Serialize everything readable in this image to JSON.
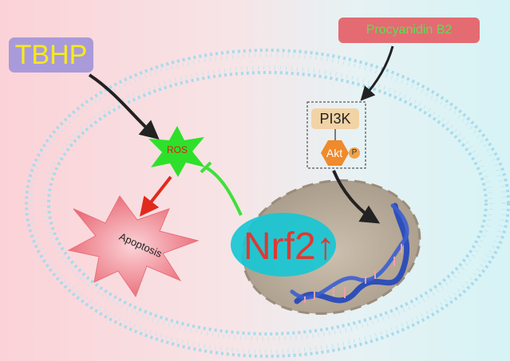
{
  "labels": {
    "tbhp": "TBHP",
    "procyanidin_b2": "Procyanidin B2",
    "pi3k": "PI3K",
    "akt": "Akt",
    "phospho": "P",
    "ros": "ROS",
    "apoptosis": "Apoptosis",
    "nrf2": "Nrf2",
    "nrf2_arrow": "↑"
  },
  "colors": {
    "tbhp_box": "#a99bd9",
    "tbhp_text": "#f6ea1f",
    "procyanidin_box": "#e46b72",
    "procyanidin_text": "#55e34f",
    "ros_star": "#2fe02a",
    "apoptosis_burst": "#f28a94",
    "nucleus": "#a89a88",
    "nrf2_patch": "#17c7d4",
    "nrf2_text": "#e03832",
    "membrane": "#9fd9ec",
    "akt_hexagon": "#f08a2a",
    "dna_blue": "#2f4fb8",
    "dna_pink": "#f0a0ac",
    "inhibition_arrow": "#3ee03a",
    "apoptosis_arrow": "#e02a1e"
  }
}
